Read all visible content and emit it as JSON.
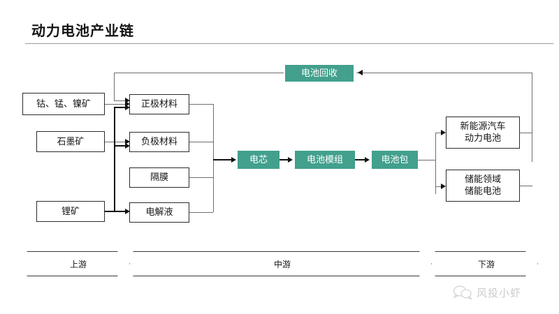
{
  "title": "动力电池产业链",
  "colors": {
    "accent_green": "#42a08d",
    "box_border": "#2b2b2b",
    "connector": "#6f6f6f",
    "title_rule": "#9a9a9a",
    "text": "#141414"
  },
  "upstream_nodes": [
    {
      "id": "ore-cobalt-manganese-nickel",
      "label": "钴、锰、镍矿"
    },
    {
      "id": "ore-graphite",
      "label": "石墨矿"
    },
    {
      "id": "ore-lithium",
      "label": "锂矿"
    }
  ],
  "material_nodes": [
    {
      "id": "cathode-material",
      "label": "正极材料"
    },
    {
      "id": "anode-material",
      "label": "负极材料"
    },
    {
      "id": "separator",
      "label": "隔膜"
    },
    {
      "id": "electrolyte",
      "label": "电解液"
    }
  ],
  "midstream_nodes": [
    {
      "id": "battery-cell",
      "label": "电芯"
    },
    {
      "id": "battery-module",
      "label": "电池模组"
    },
    {
      "id": "battery-pack",
      "label": "电池包"
    }
  ],
  "downstream_nodes": [
    {
      "id": "nev-power-battery",
      "label": "新能源汽车\n动力电池"
    },
    {
      "id": "energy-storage-battery",
      "label": "储能领域\n储能电池"
    }
  ],
  "recycling_node": {
    "id": "battery-recycling",
    "label": "电池回收"
  },
  "stage_band": [
    {
      "id": "stage-upstream",
      "label": "上游"
    },
    {
      "id": "stage-midstream",
      "label": "中游"
    },
    {
      "id": "stage-downstream",
      "label": "下游"
    }
  ],
  "watermark": {
    "text": "风投小虾",
    "icon": "wechat-icon"
  }
}
